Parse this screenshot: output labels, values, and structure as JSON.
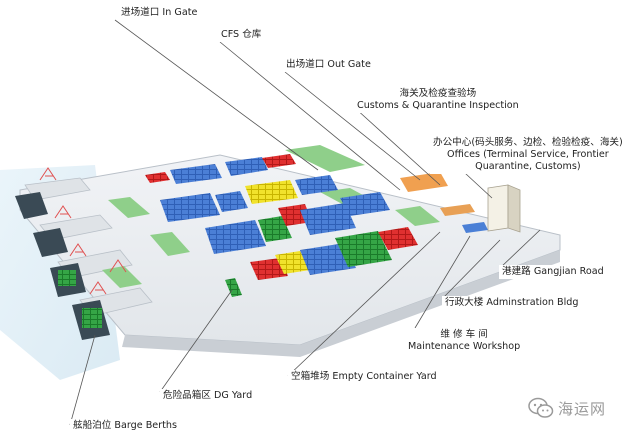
{
  "labels": {
    "in_gate": "进场道口 In Gate",
    "cfs": "CFS 仓库",
    "out_gate": "出场道口 Out Gate",
    "customs": [
      "海关及检疫查验场",
      "Customs & Quarantine Inspection"
    ],
    "offices": [
      "办公中心(码头服务、边检、检验检疫、海关)",
      "Offices (Terminal Service, Frontier",
      "Quarantine, Customs)"
    ],
    "gangjian_road": "港建路 Gangjian Road",
    "admin_bldg": "行政大楼 Adminstration Bldg",
    "maintenance": [
      "维 修 车 间",
      "Maintenance Workshop"
    ],
    "empty_yard": "空箱堆场 Empty Container Yard",
    "dg_yard": "危险品箱区 DG Yard",
    "barge_berths": "舷船泊位 Barge Berths"
  },
  "watermark": {
    "text": "海运网",
    "icon": "wechat-logo-icon"
  }
}
